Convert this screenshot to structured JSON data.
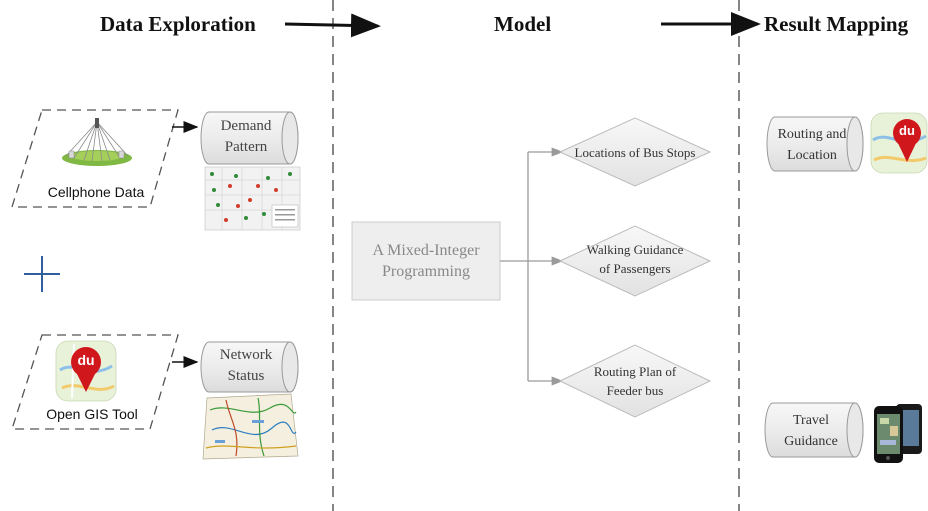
{
  "headers": {
    "data_exploration": "Data Exploration",
    "model": "Model",
    "result_mapping": "Result Mapping"
  },
  "inputs": {
    "cellphone": "Cellphone Data",
    "gis": "Open GIS Tool",
    "plus": "+"
  },
  "stores": {
    "demand_line1": "Demand",
    "demand_line2": "Pattern",
    "network_line1": "Network",
    "network_line2": "Status"
  },
  "model": {
    "line1": "A Mixed-Integer",
    "line2": "Programming"
  },
  "outputs": {
    "stops": "Locations of Bus Stops",
    "walk_line1": "Walking Guidance",
    "walk_line2": "of Passengers",
    "route_line1": "Routing Plan of",
    "route_line2": "Feeder bus"
  },
  "results": {
    "routing_line1": "Routing and",
    "routing_line2": "Location",
    "travel_line1": "Travel",
    "travel_line2": "Guidance"
  },
  "icons": {
    "gis_logo_text": "du"
  },
  "colors": {
    "plus": "#2f5f9e",
    "arrow": "#111111",
    "model_arrow": "#9a9a9a",
    "pin": "#d0181c"
  }
}
